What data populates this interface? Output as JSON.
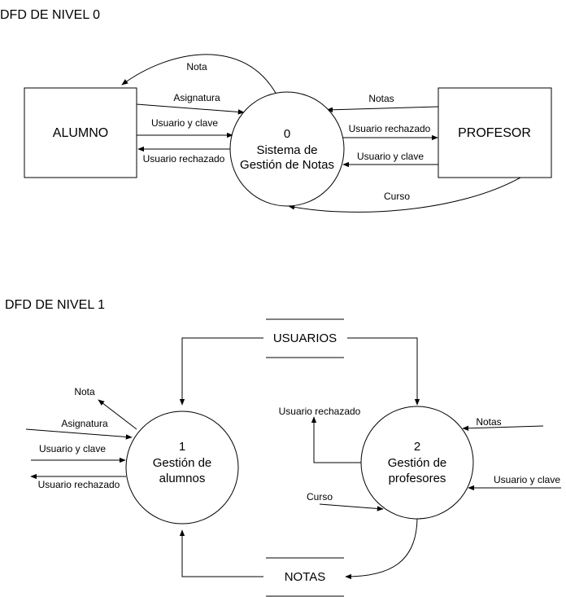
{
  "level0": {
    "title": "DFD DE NIVEL 0",
    "entities": {
      "alumno": "ALUMNO",
      "profesor": "PROFESOR"
    },
    "process": {
      "number": "0",
      "line1": "Sistema de",
      "line2": "Gestión de Notas"
    },
    "flows": {
      "nota": "Nota",
      "asignatura": "Asignatura",
      "usuario_clave_in": "Usuario y clave",
      "usuario_rechazado_out": "Usuario rechazado",
      "notas": "Notas",
      "usuario_rechazado_prof": "Usuario rechazado",
      "usuario_clave_prof": "Usuario y clave",
      "curso": "Curso"
    }
  },
  "level1": {
    "title": "DFD DE NIVEL 1",
    "stores": {
      "usuarios": "USUARIOS",
      "notas": "NOTAS"
    },
    "process1": {
      "number": "1",
      "line1": "Gestión de",
      "line2": "alumnos"
    },
    "process2": {
      "number": "2",
      "line1": "Gestión de",
      "line2": "profesores"
    },
    "flows": {
      "nota": "Nota",
      "asignatura": "Asignatura",
      "usuario_clave": "Usuario y clave",
      "usuario_rechazado": "Usuario rechazado",
      "usuario_rechazado_prof": "Usuario rechazado",
      "notas": "Notas",
      "usuario_clave_prof": "Usuario y clave",
      "curso": "Curso"
    }
  }
}
